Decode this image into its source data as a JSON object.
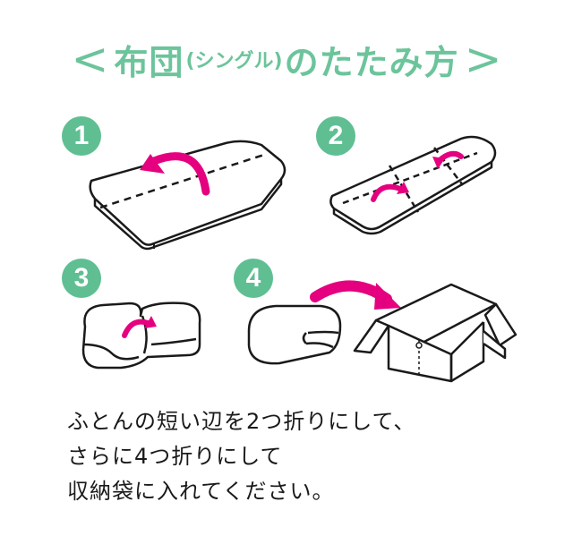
{
  "title": {
    "bracket_open": "<",
    "main_1": "布団",
    "sub": "(シングル)",
    "main_2": "のたたみ方",
    "bracket_close": ">"
  },
  "steps": [
    {
      "number": "1"
    },
    {
      "number": "2"
    },
    {
      "number": "3"
    },
    {
      "number": "4"
    }
  ],
  "instructions": [
    "ふとんの短い辺を2つ折りにして、",
    "さらに4つ折りにして",
    "収納袋に入れてください。"
  ],
  "colors": {
    "accent_green": "#5fbf92",
    "arrow_magenta": "#e5007f",
    "line": "#1a1a1a"
  },
  "icons": [
    "futon-flat-icon",
    "futon-folded-half-icon",
    "futon-folded-quarter-icon",
    "futon-into-bag-icon",
    "storage-bag-icon"
  ]
}
